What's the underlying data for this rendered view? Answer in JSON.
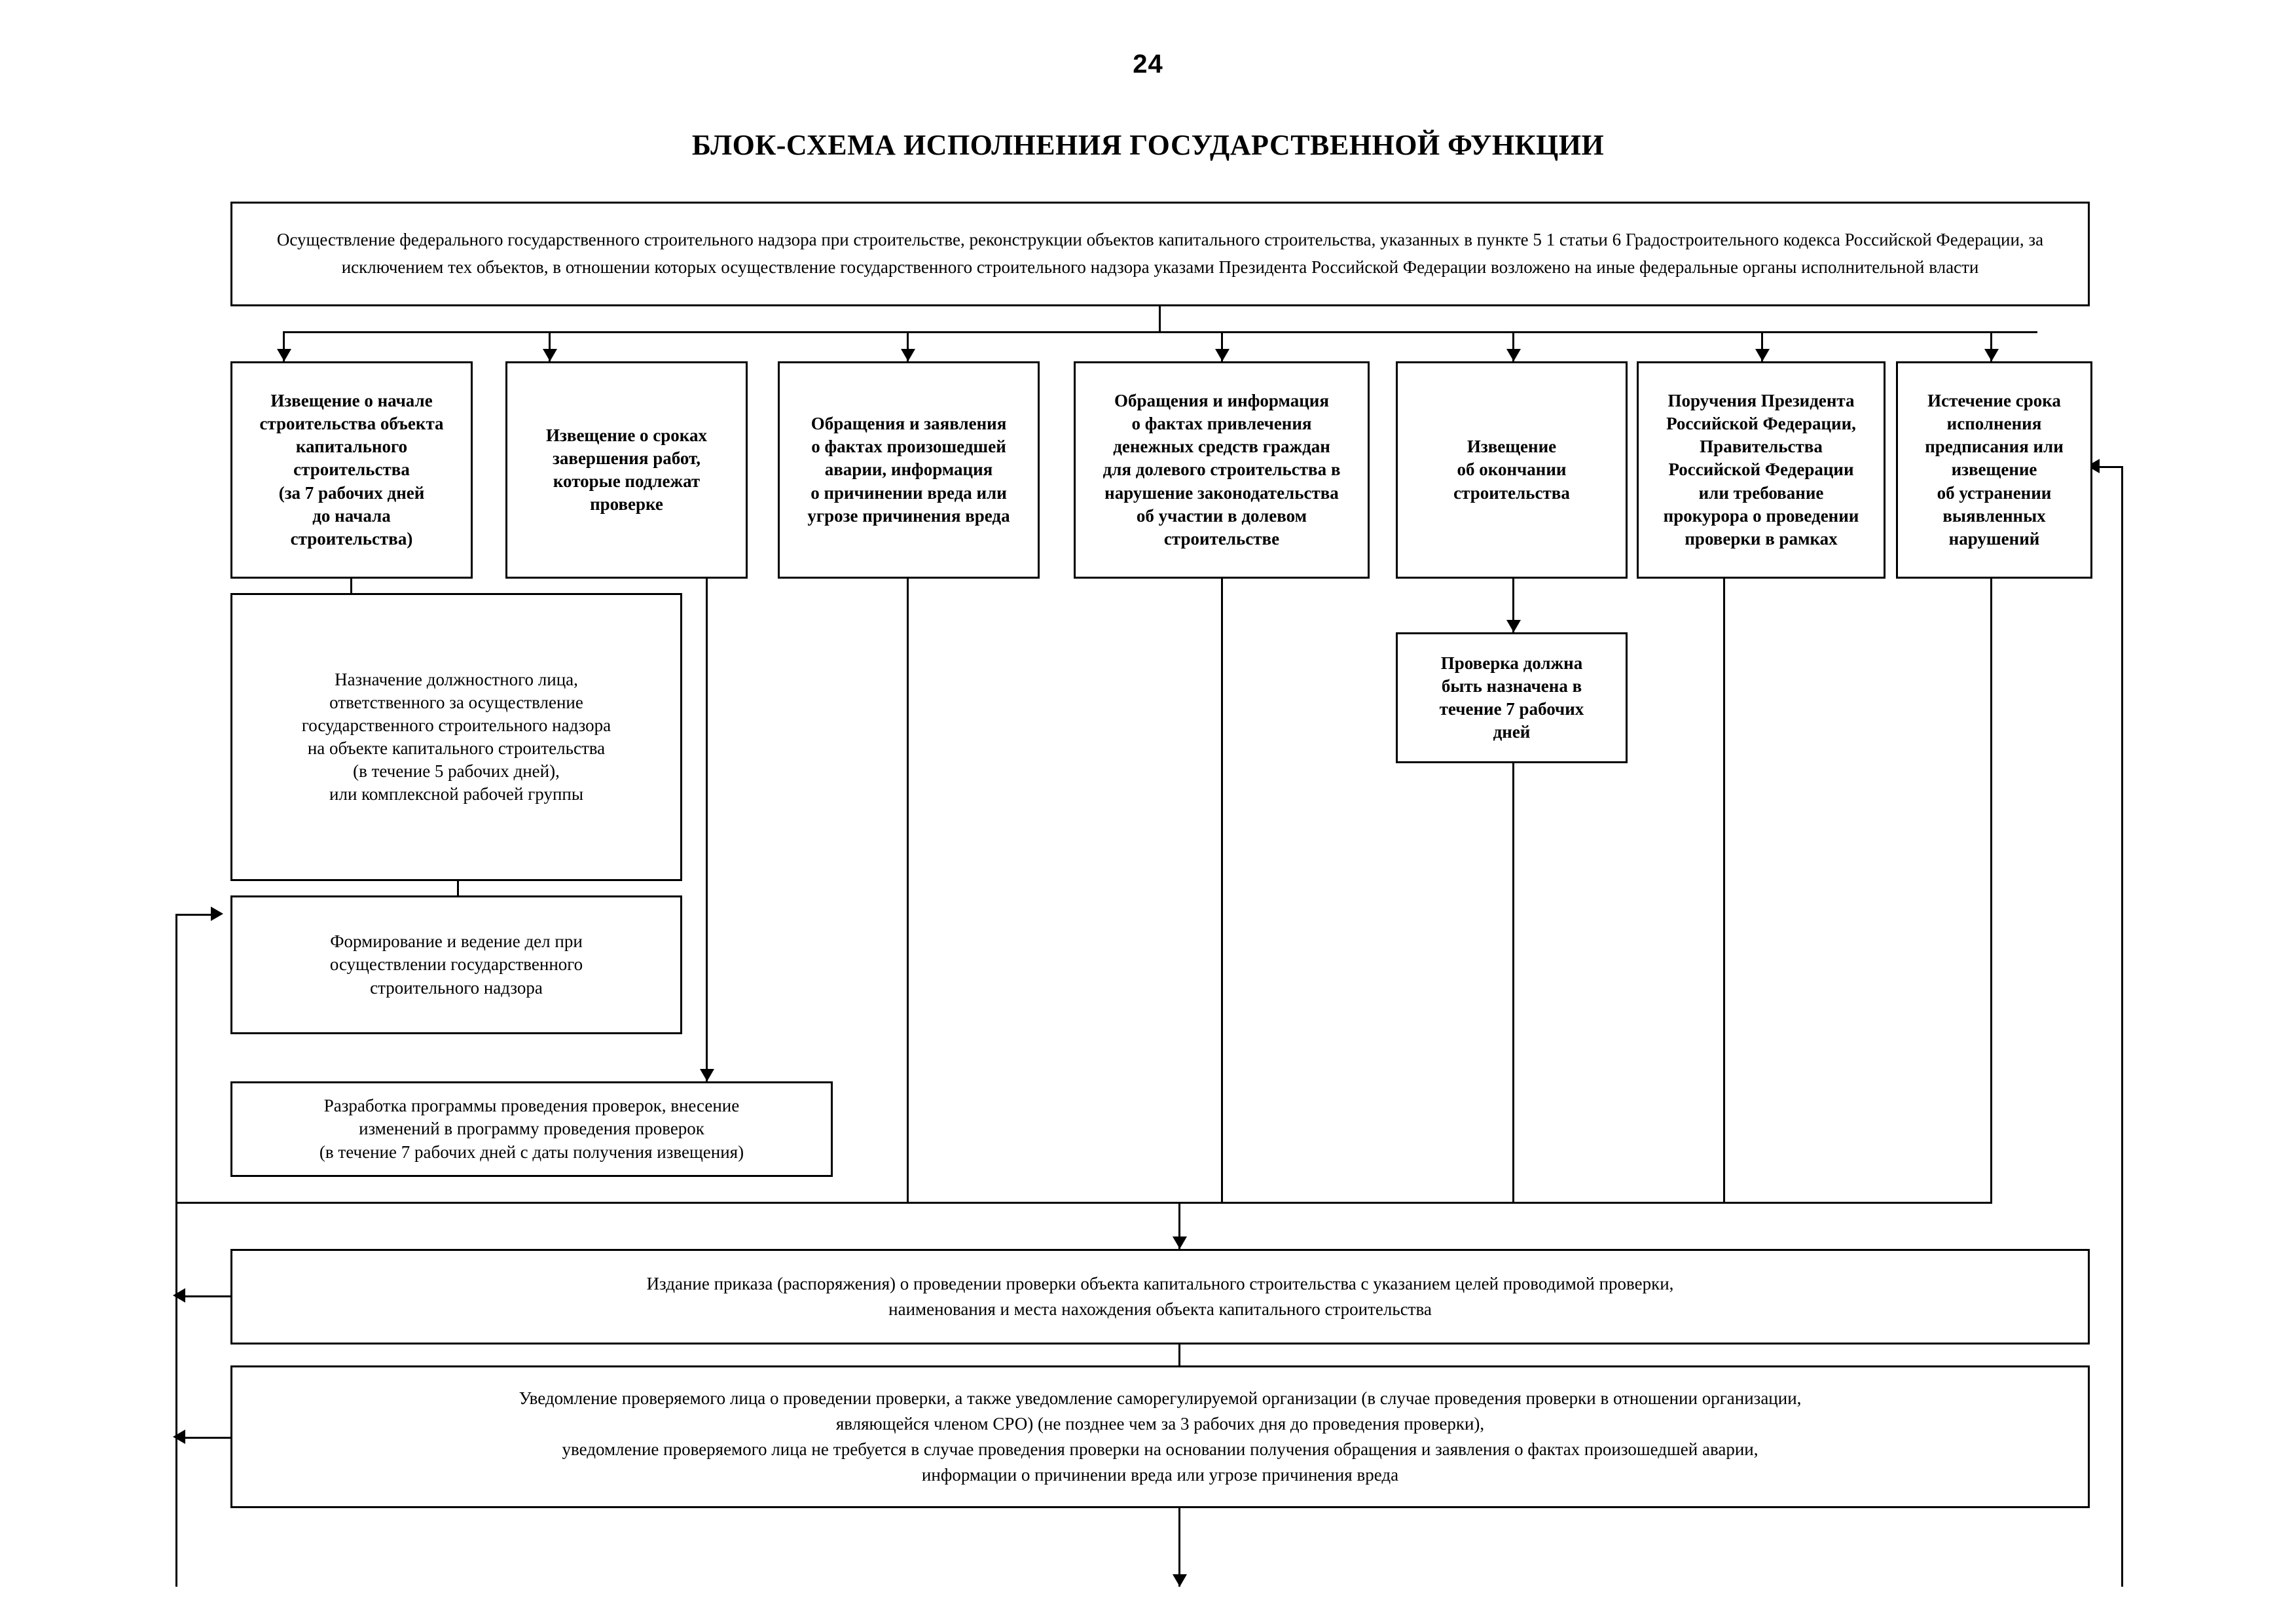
{
  "page": {
    "number": "24",
    "title": "БЛОК-СХЕМА ИСПОЛНЕНИЯ ГОСУДАРСТВЕННОЙ ФУНКЦИИ"
  },
  "flowchart": {
    "header_box": {
      "text": "Осуществление федерального государственного строительного надзора при строительстве, реконструкции объектов капитального строительства, указанных в пункте 5 1 статьи 6 Градостроительного кодекса Российской Федерации, за исключением тех объектов, в отношении которых осуществление государственного строительного надзора указами Президента Российской Федерации возложено на иные федеральные органы исполнительной власти"
    },
    "trigger_boxes": [
      {
        "id": "notice-start",
        "text": "Извещение о начале\nстроительства объекта\nкапитального\nстроительства\n(за 7 рабочих дней\nдо начала\nстроительства)"
      },
      {
        "id": "notice-deadlines",
        "text": "Извещение о сроках\nзавершения работ,\nкоторые подлежат\nпроверке"
      },
      {
        "id": "appeals-accident",
        "text": "Обращения и заявления\nо фактах произошедшей\nаварии, информация\nо причинении вреда или\nугрозе причинения вреда"
      },
      {
        "id": "appeals-funds",
        "text": "Обращения и информация\nо фактах привлечения\nденежных средств граждан\nдля долевого строительства в\nнарушение законодательства\nоб участии в долевом\nстроительстве"
      },
      {
        "id": "notice-completion",
        "text": "Извещение\nоб окончании\nстроительства"
      },
      {
        "id": "president-orders",
        "text": "Поручения Президента\nРоссийской Федерации,\nПравительства\nРоссийской Федерации\nили требование\nпрокурора о проведении\nпроверки в рамках"
      },
      {
        "id": "deadline-expiry",
        "text": "Истечение срока\nисполнения\nпредписания или\nизвещение\nоб устранении\nвыявленных\nнарушений"
      }
    ],
    "process_boxes": [
      {
        "id": "assign-official",
        "text": "Назначение должностного лица,\nответственного за осуществление\nгосударственного строительного надзора\nна объекте капитального строительства\n(в течение 5 рабочих дней),\nили комплексной рабочей группы"
      },
      {
        "id": "inspection-deadline",
        "text": "Проверка должна\nбыть назначена в\nтечение 7 рабочих\nдней"
      },
      {
        "id": "case-management",
        "text": "Формирование и ведение дел при\nосуществлении государственного\nстроительного надзора"
      },
      {
        "id": "program-development",
        "text": "Разработка программы проведения проверок, внесение\nизменений в программу проведения проверок\n(в течение 7 рабочих дней с даты получения извещения)"
      },
      {
        "id": "order-issue",
        "text": "Издание приказа (распоряжения) о проведении проверки объекта капитального строительства с указанием целей  проводимой  проверки,\nнаименования и места нахождения объекта капитального строительства"
      },
      {
        "id": "notification",
        "text": "Уведомление проверяемого лица о проведении проверки, а также уведомление саморегулируемой организации (в случае проведения проверки в отношении организации,\nявляющейся членом СРО) (не позднее чем за 3 рабочих дня до проведения проверки),\nуведомление проверяемого лица не требуется в случае проведения проверки на основании получения обращения и заявления о фактах произошедшей аварии,\nинформации о причинении вреда или угрозе причинения вреда"
      }
    ]
  }
}
